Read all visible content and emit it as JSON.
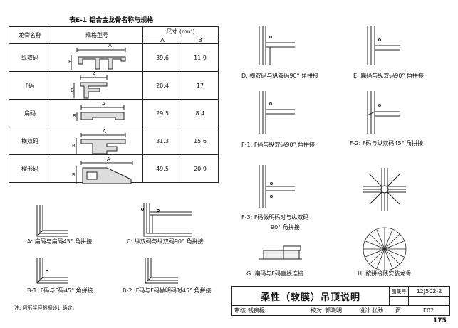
{
  "table": {
    "caption": "表E-1  铝合金龙骨名称与规格",
    "headers": {
      "name": "龙骨名称",
      "spec": "规格型号",
      "size": "尺寸 (mm)",
      "a": "A",
      "b": "B"
    },
    "rows": [
      {
        "name": "纵双码",
        "a": "39.6",
        "b": "11.9"
      },
      {
        "name": "F码",
        "a": "20.4",
        "b": "17"
      },
      {
        "name": "扁码",
        "a": "29.5",
        "b": "8.4"
      },
      {
        "name": "横双码",
        "a": "31.3",
        "b": "15.6"
      },
      {
        "name": "楔形码",
        "a": "49.5",
        "b": "20.9"
      }
    ],
    "dim_a": "A",
    "dim_b": "B"
  },
  "captions": {
    "a": "A:  扁码与扁码45° 角拼接",
    "b1": "B-1: F码与F码45° 角拼接",
    "c": "C: 纵双码与纵双码90° 角拼接",
    "b2": "B-2: F码与F码做明码时45° 角拼接",
    "d": "D: 横双码与纵双码90° 角拼接",
    "e": "E: 扁码与纵双码90° 角拼接",
    "f1": "F-1: F码与纵双码90° 角拼接",
    "f2": "F-2: F码与纵双码45° 角拼接",
    "f3_line1": "F-3: F码做明码时与纵双码",
    "f3_line2": "90° 角拼接",
    "g": "G:  扁码与F码直线连接",
    "h": "H:  按拼接线安装龙骨"
  },
  "note": "注: 因形半径根据设计确定。",
  "title_block": {
    "title": "柔性（软膜）吊顶说明",
    "atlas_label": "图集号",
    "atlas_no": "12J502-2",
    "page_label": "页",
    "page_code": "E02",
    "review_label": "审核",
    "review_name": "钱良椽",
    "check_label": "校对",
    "check_name": "郭晓明",
    "design_label": "设计",
    "design_name": "张劲"
  },
  "page_number": "175"
}
